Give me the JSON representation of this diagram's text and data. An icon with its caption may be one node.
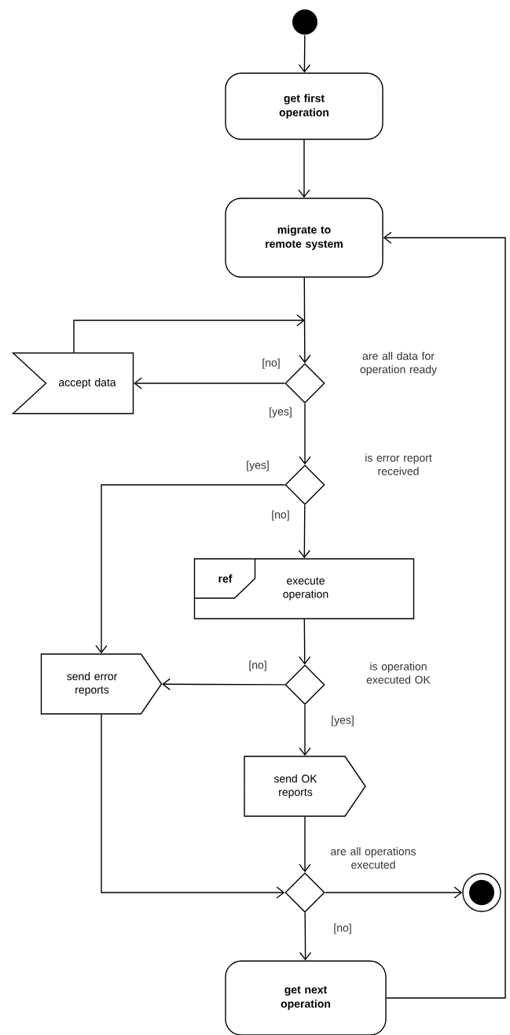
{
  "diagram": {
    "nodes": [
      {
        "text": [],
        "shape": "circle"
      },
      {
        "text": [
          "get first operation"
        ]
      },
      {
        "text": [
          "migrate to remote system"
        ]
      },
      {
        "text": [],
        "shape": "diamond",
        "beside": [
          "are all data for operation ready"
        ]
      },
      {
        "text": [
          "accept data"
        ]
      },
      {
        "text": [],
        "shape": "diamond",
        "beside": [
          "is error report received"
        ]
      },
      {
        "text": [
          "ref",
          "execute operation"
        ]
      },
      {
        "text": [],
        "shape": "diamond",
        "beside": [
          "is operation executed OK"
        ]
      },
      {
        "text": [
          "send error reports"
        ]
      },
      {
        "text": [
          "send OK reports"
        ]
      },
      {
        "text": [],
        "shape": "diamond",
        "beside": [
          "are all operations executed"
        ]
      },
      {
        "text": [],
        "shape": "circle"
      },
      {
        "text": [
          "get next operation"
        ]
      }
    ],
    "edges": [
      {
        "from": 0,
        "to": 1,
        "arrow": "to"
      },
      {
        "from": 1,
        "to": 2,
        "arrow": "to"
      },
      {
        "from": 2,
        "to": 3,
        "arrow": "to"
      },
      {
        "from": 3,
        "to": 4,
        "arrow": "to",
        "label": "[no]"
      },
      {
        "from": 4,
        "to": 3,
        "arrow": "to"
      },
      {
        "from": 3,
        "to": 5,
        "arrow": "to",
        "label": "[yes]"
      },
      {
        "from": 5,
        "to": 8,
        "arrow": "to",
        "label": "[yes]"
      },
      {
        "from": 5,
        "to": 6,
        "arrow": "to",
        "label": "[no]"
      },
      {
        "from": 6,
        "to": 7,
        "arrow": "to"
      },
      {
        "from": 7,
        "to": 8,
        "arrow": "to",
        "label": "[no]"
      },
      {
        "from": 7,
        "to": 9,
        "arrow": "to",
        "label": "[yes]"
      },
      {
        "from": 9,
        "to": 10,
        "arrow": "to"
      },
      {
        "from": 8,
        "to": 10,
        "arrow": "to"
      },
      {
        "from": 10,
        "to": 11,
        "arrow": "to"
      },
      {
        "from": 10,
        "to": 12,
        "arrow": "to",
        "label": "[no]"
      },
      {
        "from": 12,
        "to": 2,
        "arrow": "to"
      }
    ]
  }
}
